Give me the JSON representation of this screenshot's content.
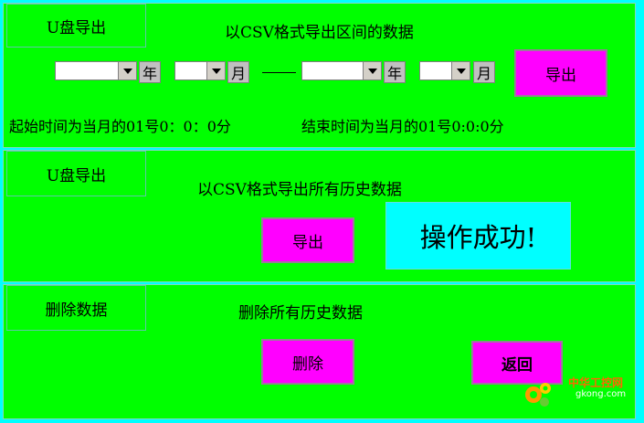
{
  "section1": {
    "tag": "U盘导出",
    "title": "以CSV格式导出区间的数据",
    "year_unit": "年",
    "month_unit": "月",
    "export_button": "导出",
    "start_note": "起始时间为当月的01号0：0：0分",
    "end_note": "结束时间为当月的01号0:0:0分"
  },
  "section2": {
    "tag": "U盘导出",
    "title": "以CSV格式导出所有历史数据",
    "export_button": "导出",
    "status": "操作成功!"
  },
  "section3": {
    "tag": "删除数据",
    "title": "删除所有历史数据",
    "delete_button": "删除",
    "back_button": "返回"
  },
  "watermark": {
    "line1": "中华工控网",
    "line2": "gkong.com"
  },
  "colors": {
    "panel": "#00ff00",
    "background": "#00ffff",
    "button": "#ff00ff",
    "status_bg": "#00ffff"
  }
}
